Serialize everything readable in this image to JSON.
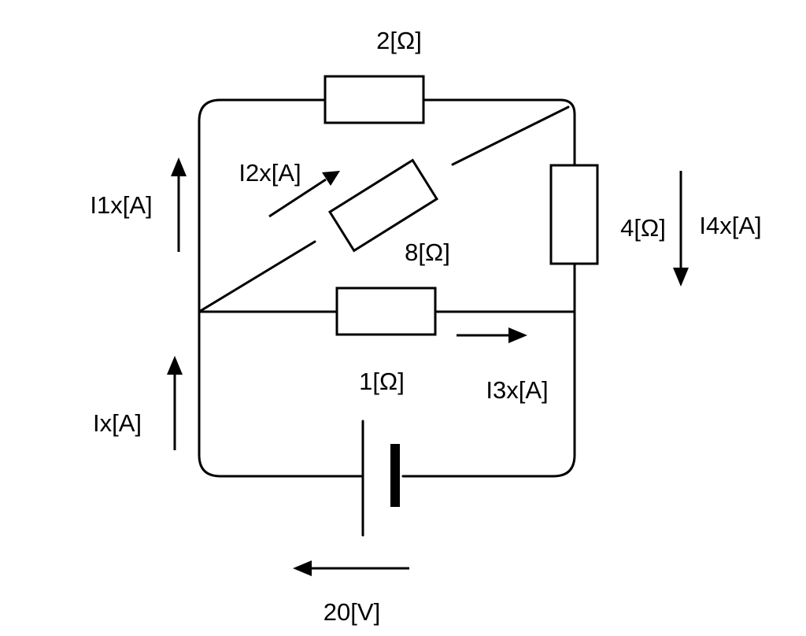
{
  "resistors": {
    "r_top": "2[Ω]",
    "r_diag": "8[Ω]",
    "r_right": "4[Ω]",
    "r_mid": "1[Ω]"
  },
  "currents": {
    "i1": "I1x[A]",
    "i2": "I2x[A]",
    "i3": "I3x[A]",
    "i4": "I4x[A]",
    "ix": "Ix[A]"
  },
  "source": {
    "voltage": "20[V]"
  }
}
